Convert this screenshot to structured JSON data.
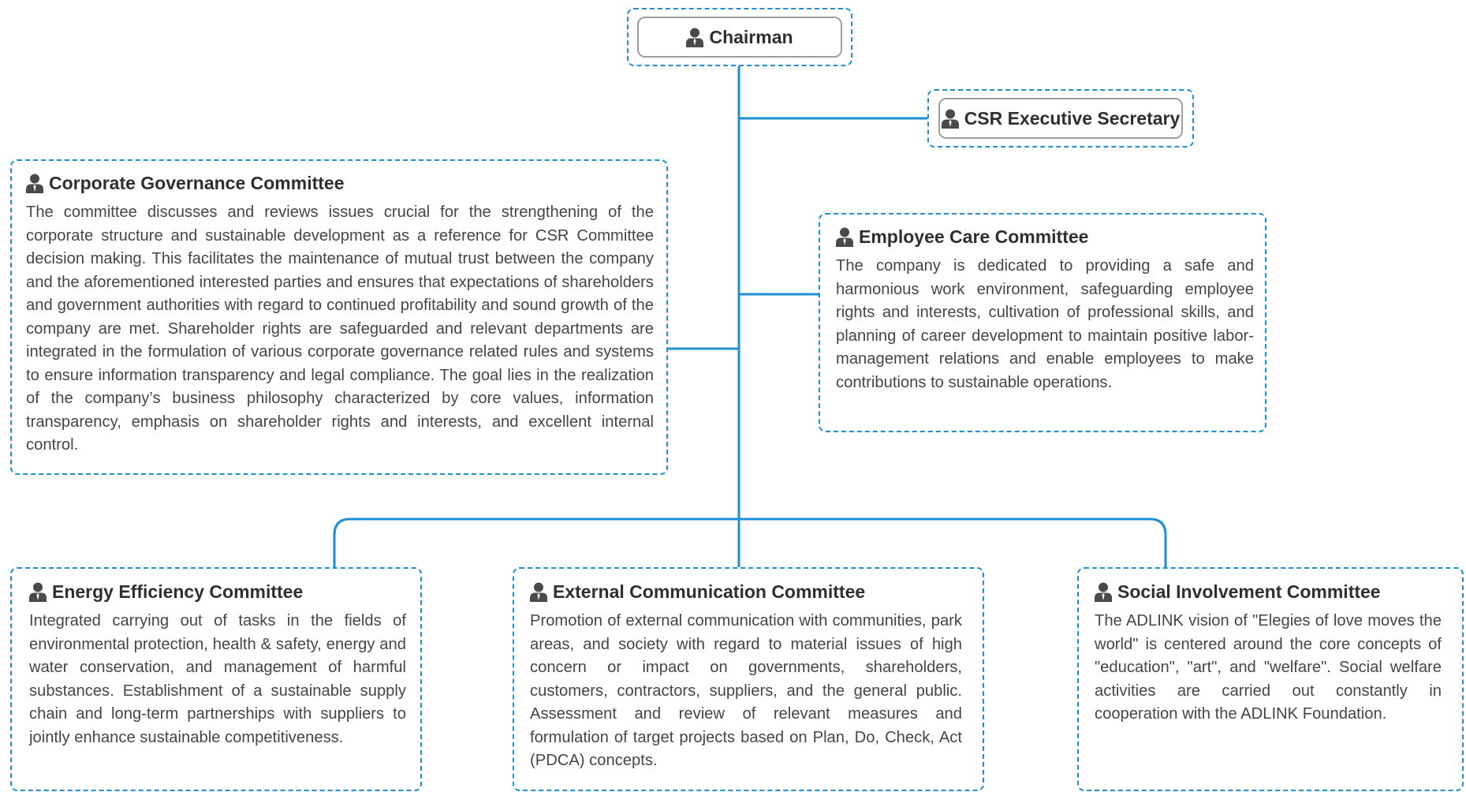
{
  "chairman": {
    "label": "Chairman",
    "icon": "person-icon"
  },
  "secretary": {
    "label": "CSR Executive Secretary",
    "icon": "person-icon"
  },
  "colors": {
    "connector": "#1e8fd0",
    "dashed_border": "#1e8fd0",
    "pill_border": "#9e9e9e",
    "icon": "#4a4a4a",
    "text": "#454545"
  },
  "committees": {
    "corporate_governance": {
      "title": "Corporate Governance Committee",
      "description": "The committee discusses and reviews issues crucial for the strengthening of the corporate structure and sustainable development as a reference for CSR Committee decision making. This facilitates the maintenance of mutual trust between the company and the aforementioned interested parties and ensures that expectations of shareholders and government authorities with regard to continued profitability and sound growth of the company are met. Shareholder rights are safeguarded and relevant departments are integrated in the formulation of various corporate governance related rules and systems to ensure information transparency and legal compliance. The goal lies in the realization of the company’s business philosophy characterized by core values, information transparency, emphasis on shareholder rights and interests, and excellent internal control."
    },
    "employee_care": {
      "title": "Employee Care Committee",
      "description": "The company is dedicated to providing a safe and harmonious work environment, safeguarding employee rights and interests, cultivation of professional skills, and planning of career development to maintain positive labor-management relations and enable employees to make contributions to sustainable operations."
    },
    "energy_efficiency": {
      "title": "Energy Efficiency Committee",
      "description": "Integrated carrying out of tasks in the fields of environmental protection, health & safety, energy and water conservation, and management of harmful substances. Establishment of a sustainable supply chain and long-term partnerships with suppliers to jointly enhance sustainable competitiveness."
    },
    "external_communication": {
      "title": "External Communication Committee",
      "description": "Promotion of external communication with communities, park areas, and society with regard to material issues of high concern or impact on governments, shareholders, customers, contractors, suppliers, and the general public. Assessment and review of relevant measures and formulation of target projects based on Plan, Do, Check, Act (PDCA) concepts."
    },
    "social_involvement": {
      "title": "Social Involvement Committee",
      "description": "The ADLINK vision of \"Elegies of love moves the world\" is centered around the core concepts of \"education\", \"art\", and \"welfare\". Social welfare activities are carried out constantly in cooperation with the ADLINK Foundation."
    }
  }
}
